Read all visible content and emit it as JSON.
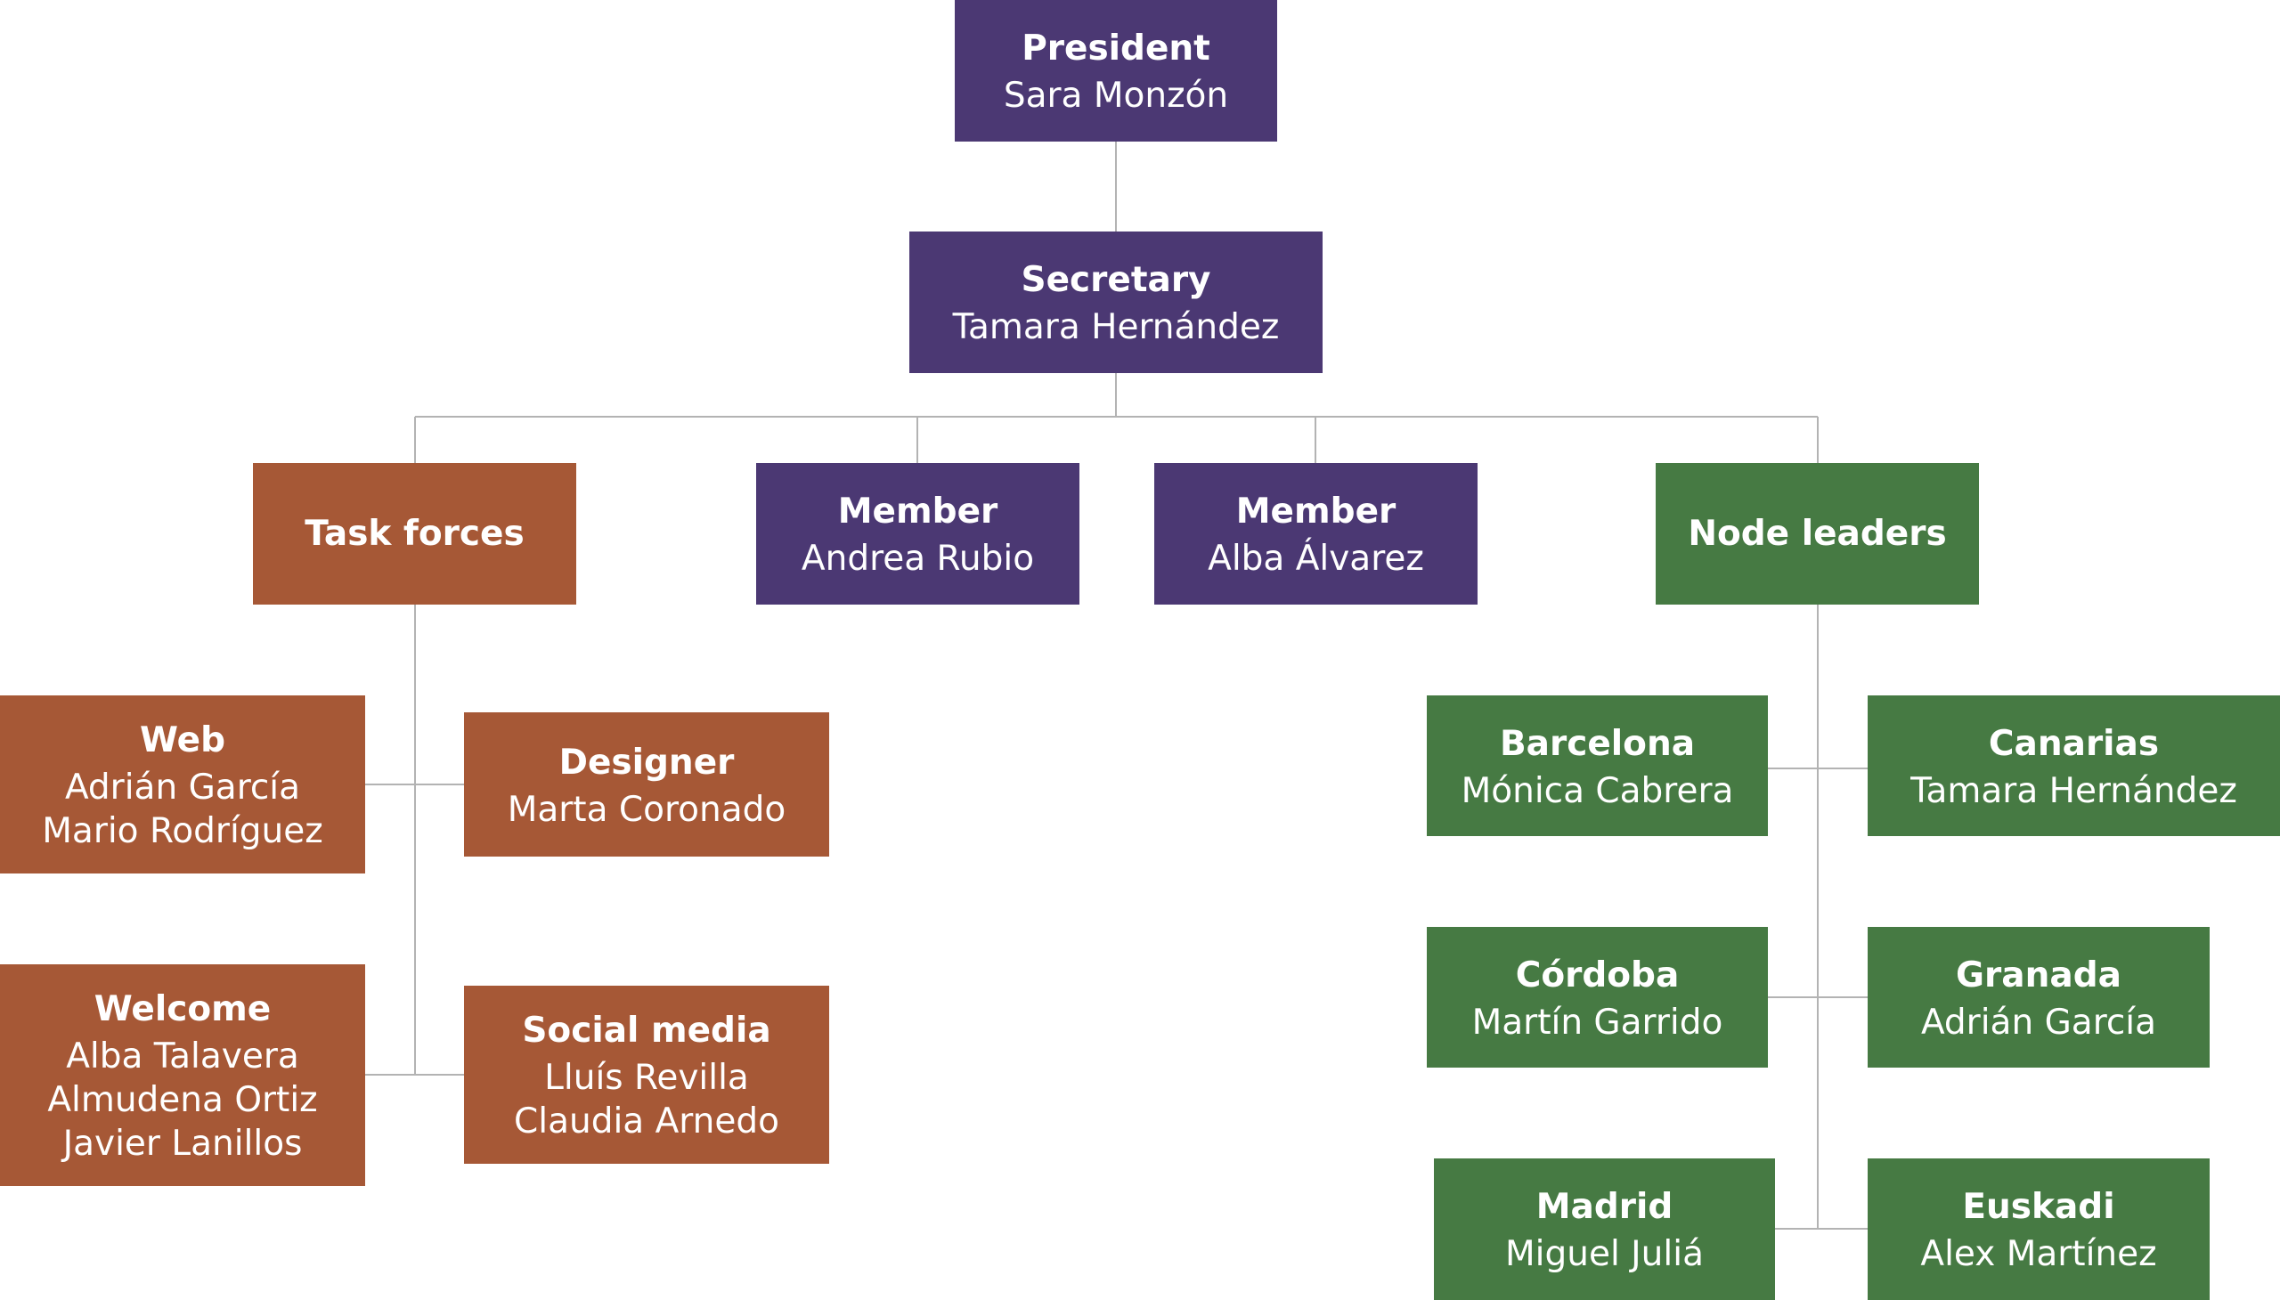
{
  "org_chart": {
    "president": {
      "role": "President",
      "people": [
        "Sara Monzón"
      ]
    },
    "secretary": {
      "role": "Secretary",
      "people": [
        "Tamara Hernández"
      ]
    },
    "task_forces": {
      "role": "Task forces",
      "people": []
    },
    "member_1": {
      "role": "Member",
      "people": [
        "Andrea Rubio"
      ]
    },
    "member_2": {
      "role": "Member",
      "people": [
        "Alba Álvarez"
      ]
    },
    "node_leaders": {
      "role": "Node leaders",
      "people": []
    },
    "web": {
      "role": "Web",
      "people": [
        "Adrián García",
        "Mario Rodríguez"
      ]
    },
    "designer": {
      "role": "Designer",
      "people": [
        "Marta Coronado"
      ]
    },
    "welcome": {
      "role": "Welcome",
      "people": [
        "Alba Talavera",
        "Almudena Ortiz",
        "Javier Lanillos"
      ]
    },
    "social_media": {
      "role": "Social media",
      "people": [
        "Lluís Revilla",
        "Claudia Arnedo"
      ]
    },
    "barcelona": {
      "role": "Barcelona",
      "people": [
        "Mónica Cabrera"
      ]
    },
    "canarias": {
      "role": "Canarias",
      "people": [
        "Tamara Hernández"
      ]
    },
    "cordoba": {
      "role": "Córdoba",
      "people": [
        "Martín Garrido"
      ]
    },
    "granada": {
      "role": "Granada",
      "people": [
        "Adrián García"
      ]
    },
    "madrid": {
      "role": "Madrid",
      "people": [
        "Miguel Juliá"
      ]
    },
    "euskadi": {
      "role": "Euskadi",
      "people": [
        "Alex Martínez"
      ]
    }
  },
  "colors": {
    "leadership": "#4b3873",
    "task_forces": "#a65836",
    "node_leaders": "#467a43",
    "connector": "#b3b3b3"
  }
}
